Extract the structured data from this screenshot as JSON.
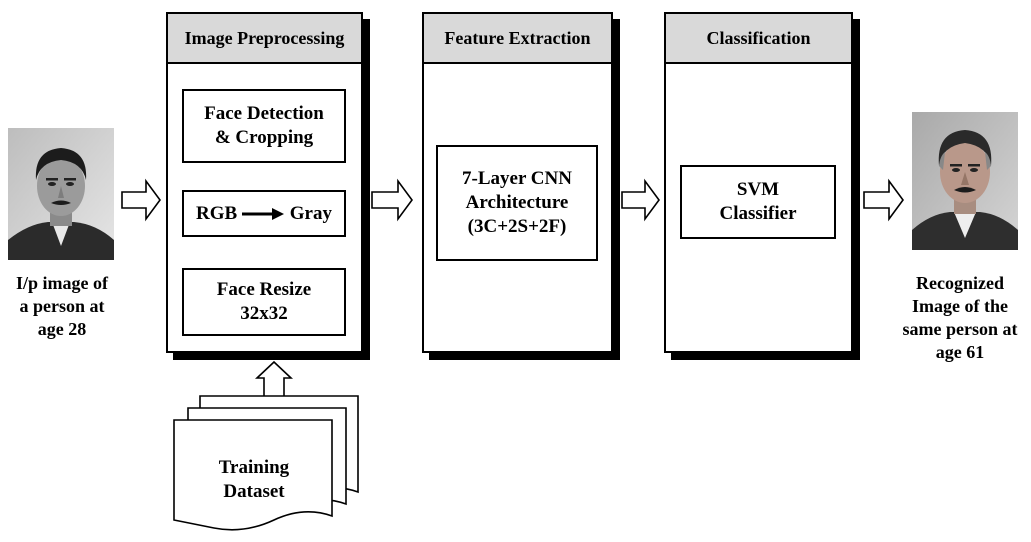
{
  "input": {
    "caption": "I/p image of\na person at\nage 28"
  },
  "output": {
    "caption": "Recognized\nImage of the\nsame person at\nage 61"
  },
  "stages": {
    "preprocessing": {
      "title": "Image Preprocessing",
      "face_detection": "Face Detection\n& Cropping",
      "rgb_label": "RGB",
      "gray_label": "Gray",
      "resize": "Face Resize\n32x32"
    },
    "feature_extraction": {
      "title": "Feature Extraction",
      "cnn": "7-Layer CNN\nArchitecture\n(3C+2S+2F)"
    },
    "classification": {
      "title": "Classification",
      "svm": "SVM\nClassifier"
    }
  },
  "dataset": {
    "label": "Training\nDataset"
  }
}
